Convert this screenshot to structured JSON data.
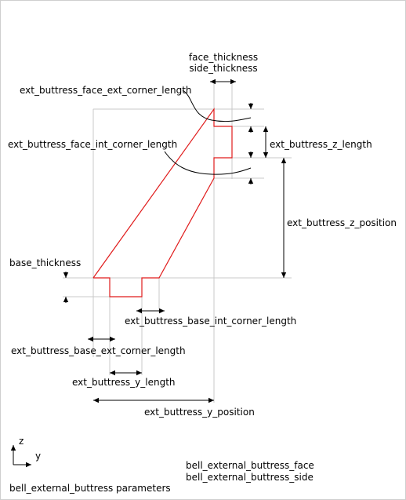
{
  "title": "bell_external_buttress parameters",
  "parts": [
    "bell_external_buttress_face",
    "bell_external_buttress_side"
  ],
  "axes": {
    "z": "z",
    "y": "y"
  },
  "labels": {
    "face_thickness": "face_thickness",
    "side_thickness": "side_thickness",
    "face_ext_corner_length": "ext_buttress_face_ext_corner_length",
    "face_int_corner_length": "ext_buttress_face_int_corner_length",
    "z_length": "ext_buttress_z_length",
    "z_position": "ext_buttress_z_position",
    "base_thickness": "base_thickness",
    "base_int_corner_length": "ext_buttress_base_int_corner_length",
    "base_ext_corner_length": "ext_buttress_base_ext_corner_length",
    "y_length": "ext_buttress_y_length",
    "y_position": "ext_buttress_y_position"
  },
  "colors": {
    "outline": "#e01b1b",
    "construction": "#c8c8c8",
    "dimension": "#000000"
  }
}
